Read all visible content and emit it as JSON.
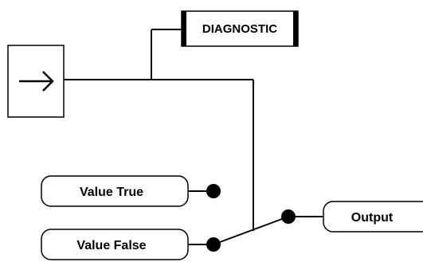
{
  "diagram": {
    "input_block": {
      "icon": "right-arrow-icon",
      "symbol": "→"
    },
    "diagnostic_block": {
      "label": "DIAGNOSTIC"
    },
    "value_true_block": {
      "label": "Value True"
    },
    "value_false_block": {
      "label": "Value False"
    },
    "output_block": {
      "label": "Output"
    },
    "switch": {
      "state": "Value False connected to Output"
    }
  }
}
